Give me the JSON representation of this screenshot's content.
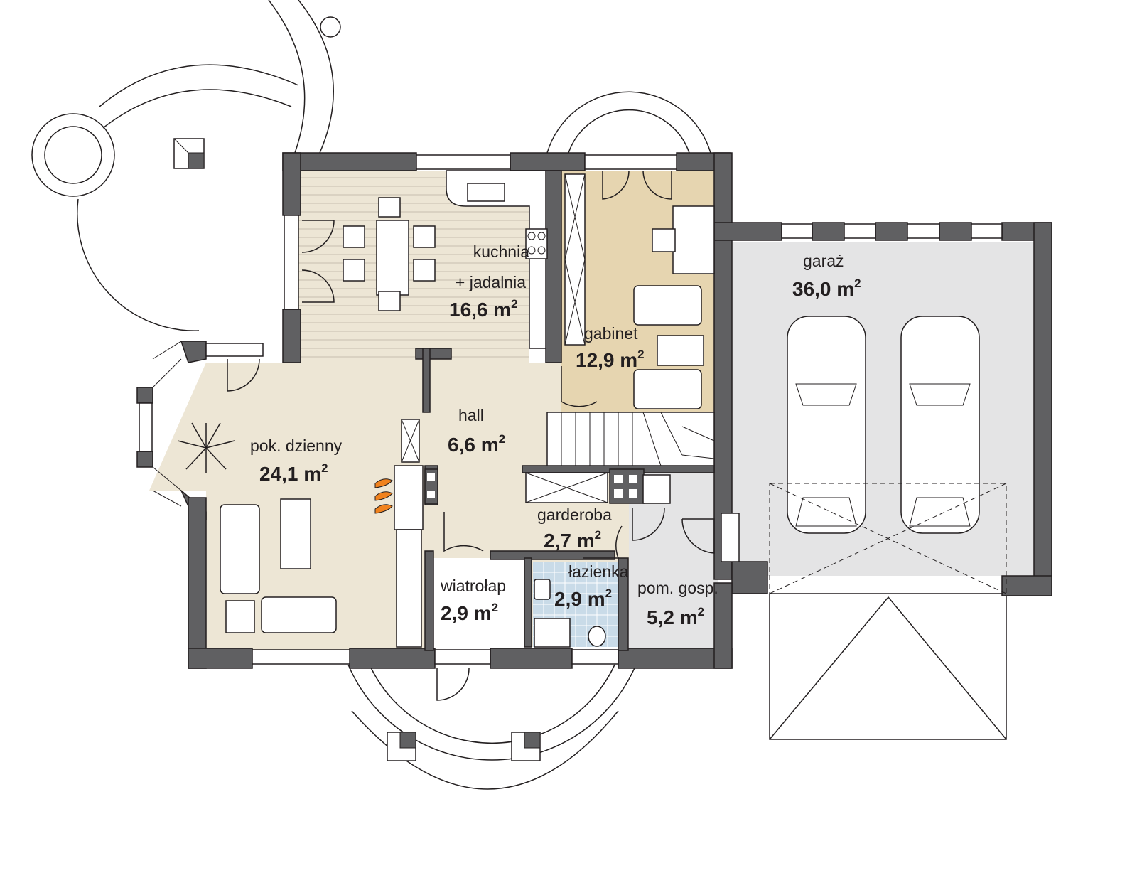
{
  "plan": {
    "title": "Floor plan - ground floor",
    "unit": "m²",
    "colors": {
      "walls": "#606062",
      "living_floor": "#ede6d5",
      "kitchen_floor": "#ede6d5",
      "study_floor": "#e6d5b0",
      "garage_floor": "#e4e4e5",
      "utility_floor": "#e4e4e5",
      "bathroom_floor": "#c9dbe8",
      "fireplace_flame": "#f0821e",
      "outline": "#231f20"
    },
    "rooms": [
      {
        "id": "kitchen",
        "name_line1": "kuchnia",
        "name_line2": "+ jadalnia",
        "area_value": "16,6 m",
        "area_sup": "2"
      },
      {
        "id": "study",
        "name": "gabinet",
        "area_value": "12,9 m",
        "area_sup": "2"
      },
      {
        "id": "garage",
        "name": "garaż",
        "area_value": "36,0 m",
        "area_sup": "2"
      },
      {
        "id": "hall",
        "name": "hall",
        "area_value": "6,6 m",
        "area_sup": "2"
      },
      {
        "id": "living",
        "name": "pok. dzienny",
        "area_value": "24,1 m",
        "area_sup": "2"
      },
      {
        "id": "wardrobe",
        "name": "garderoba",
        "area_value": "2,7 m",
        "area_sup": "2"
      },
      {
        "id": "bathroom",
        "name": "łazienka",
        "area_value": "2,9 m",
        "area_sup": "2"
      },
      {
        "id": "vestibule",
        "name": "wiatrołap",
        "area_value": "2,9 m",
        "area_sup": "2"
      },
      {
        "id": "utility",
        "name": "pom. gosp.",
        "area_value": "5,2 m",
        "area_sup": "2"
      }
    ]
  }
}
